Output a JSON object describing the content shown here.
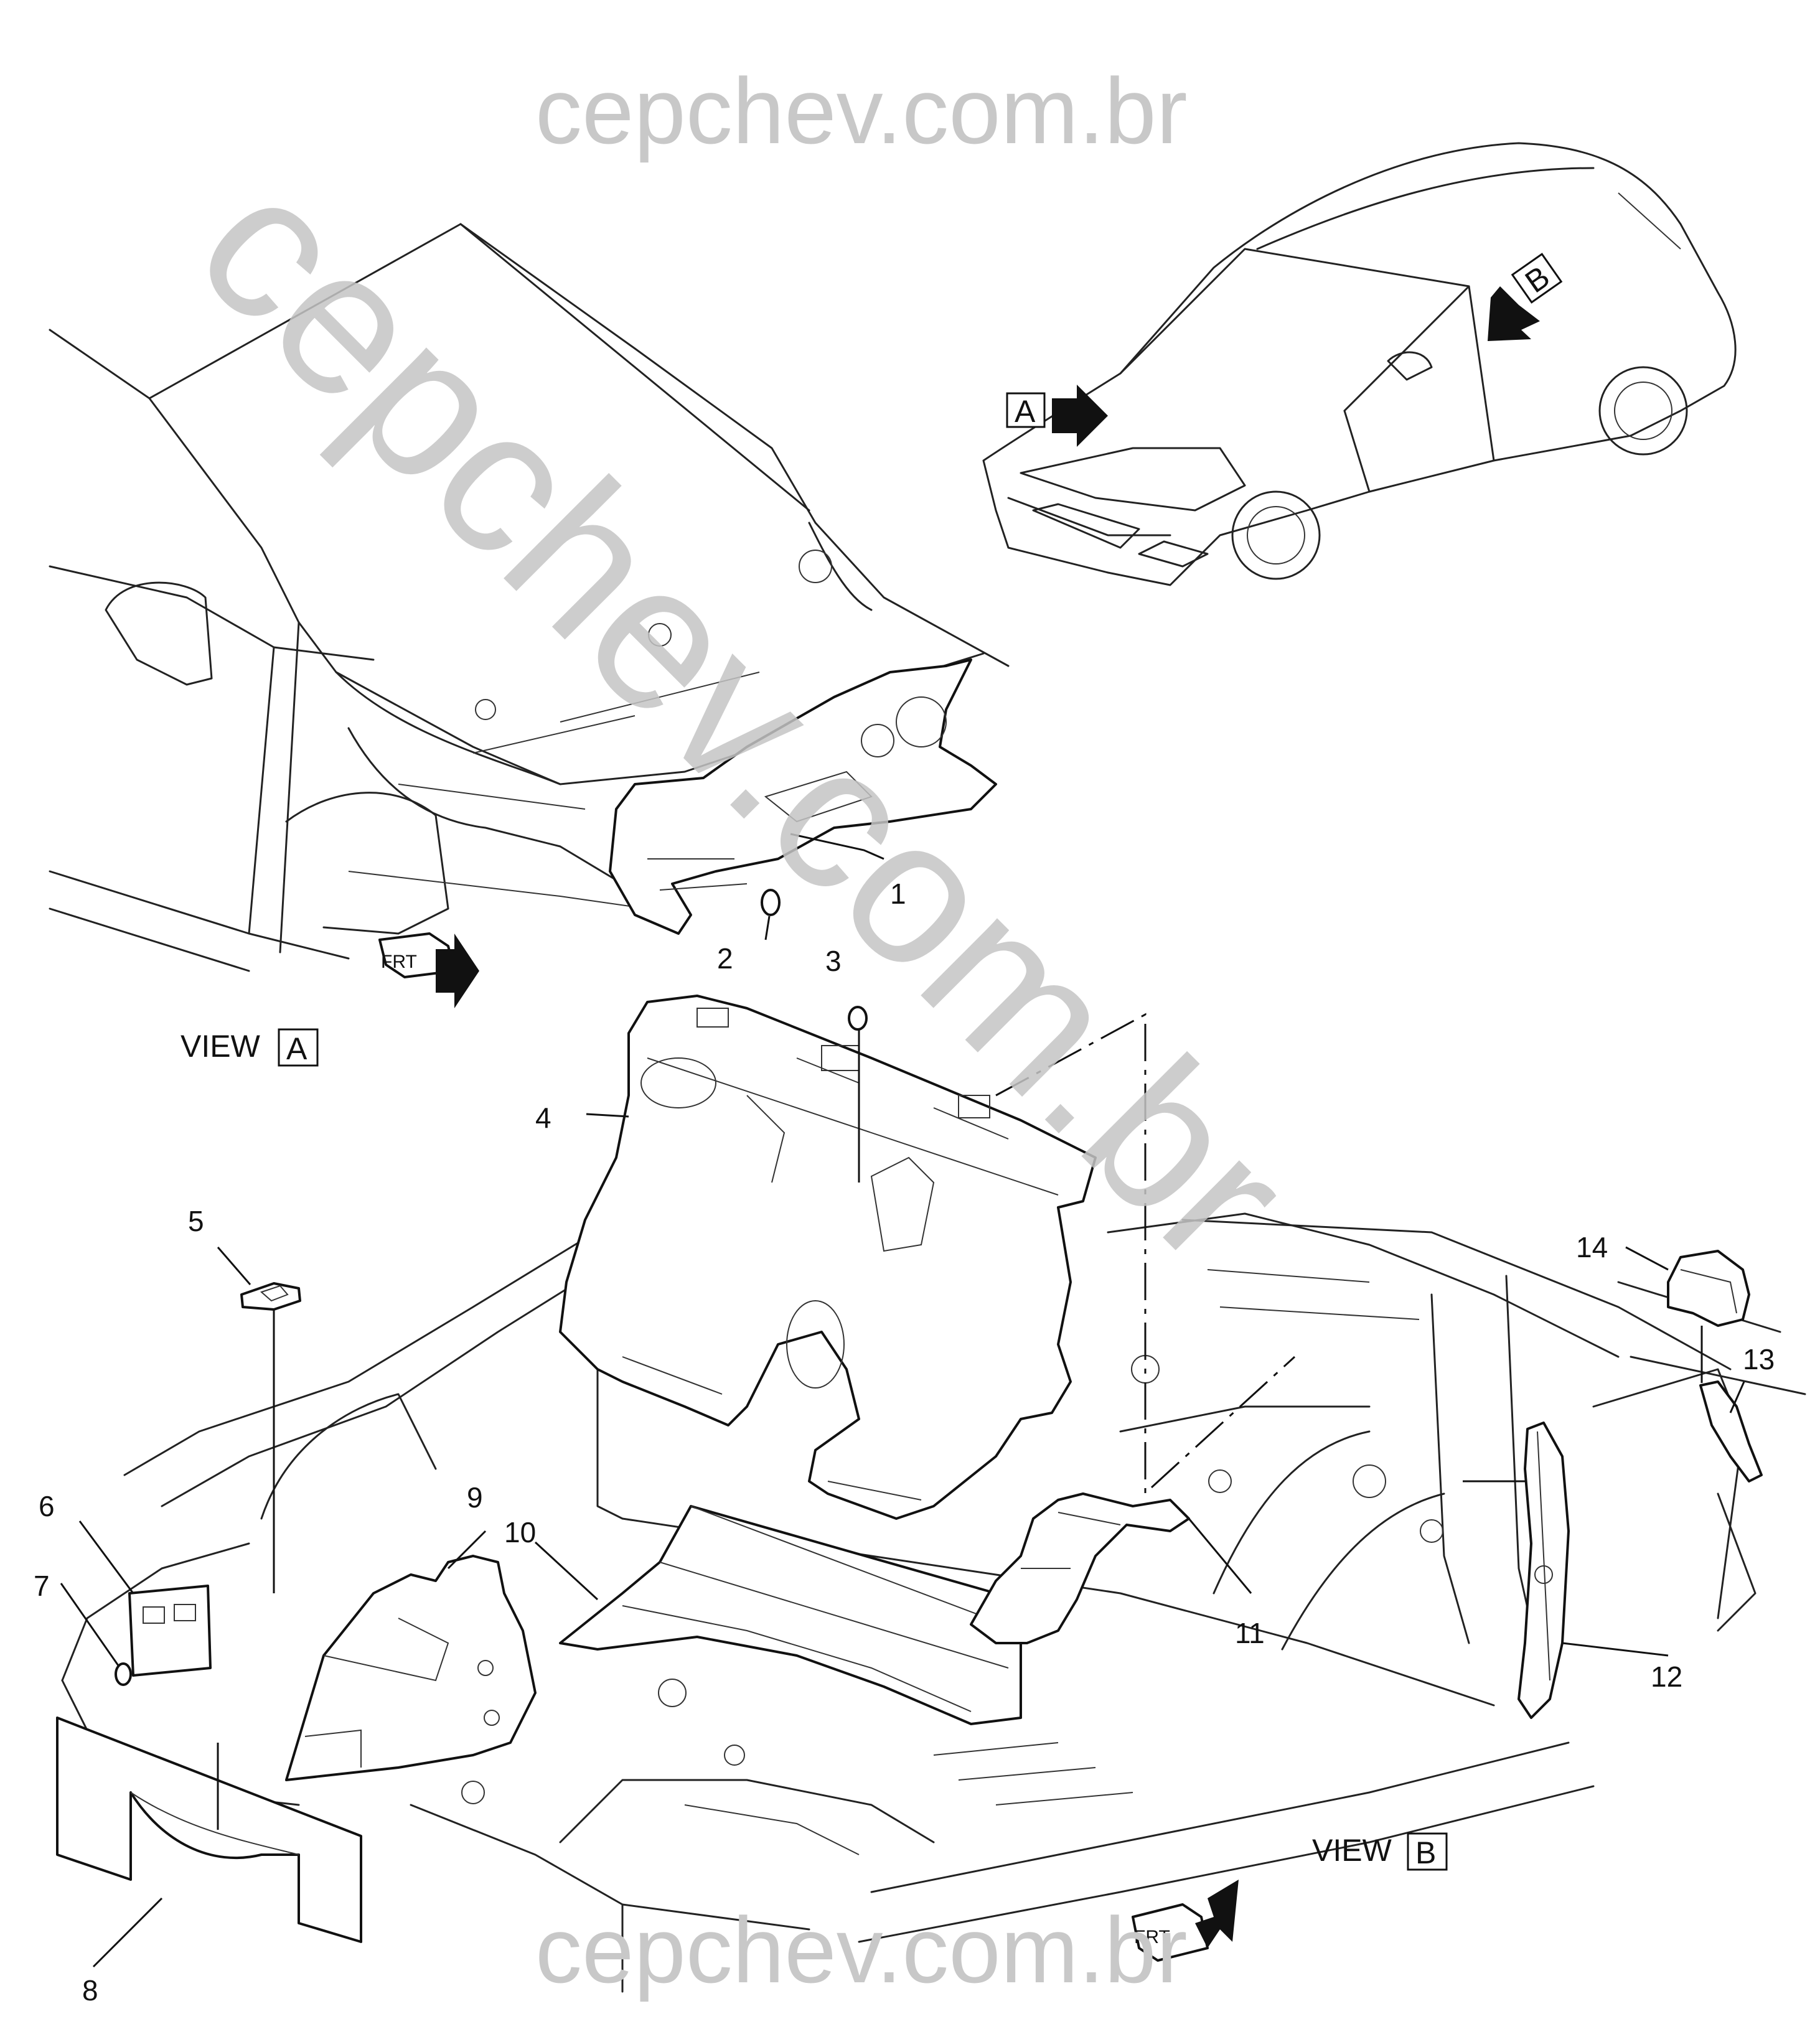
{
  "watermark": {
    "top": "cepchev.com.br",
    "diagonal": "cepchev.com.br",
    "bottom": "cepchev.com.br",
    "color": "#c4c4c4"
  },
  "views": {
    "a": {
      "label": "VIEW",
      "letter": "A"
    },
    "b": {
      "label": "VIEW",
      "letter": "B"
    }
  },
  "car_arrows": {
    "a": "A",
    "b": "B"
  },
  "front_indicator": "FRT",
  "callouts": [
    "1",
    "2",
    "3",
    "4",
    "5",
    "6",
    "7",
    "8",
    "9",
    "10",
    "11",
    "12",
    "13",
    "14"
  ],
  "colors": {
    "line": "#111111",
    "background": "#ffffff",
    "watermark": "#c4c4c4"
  }
}
